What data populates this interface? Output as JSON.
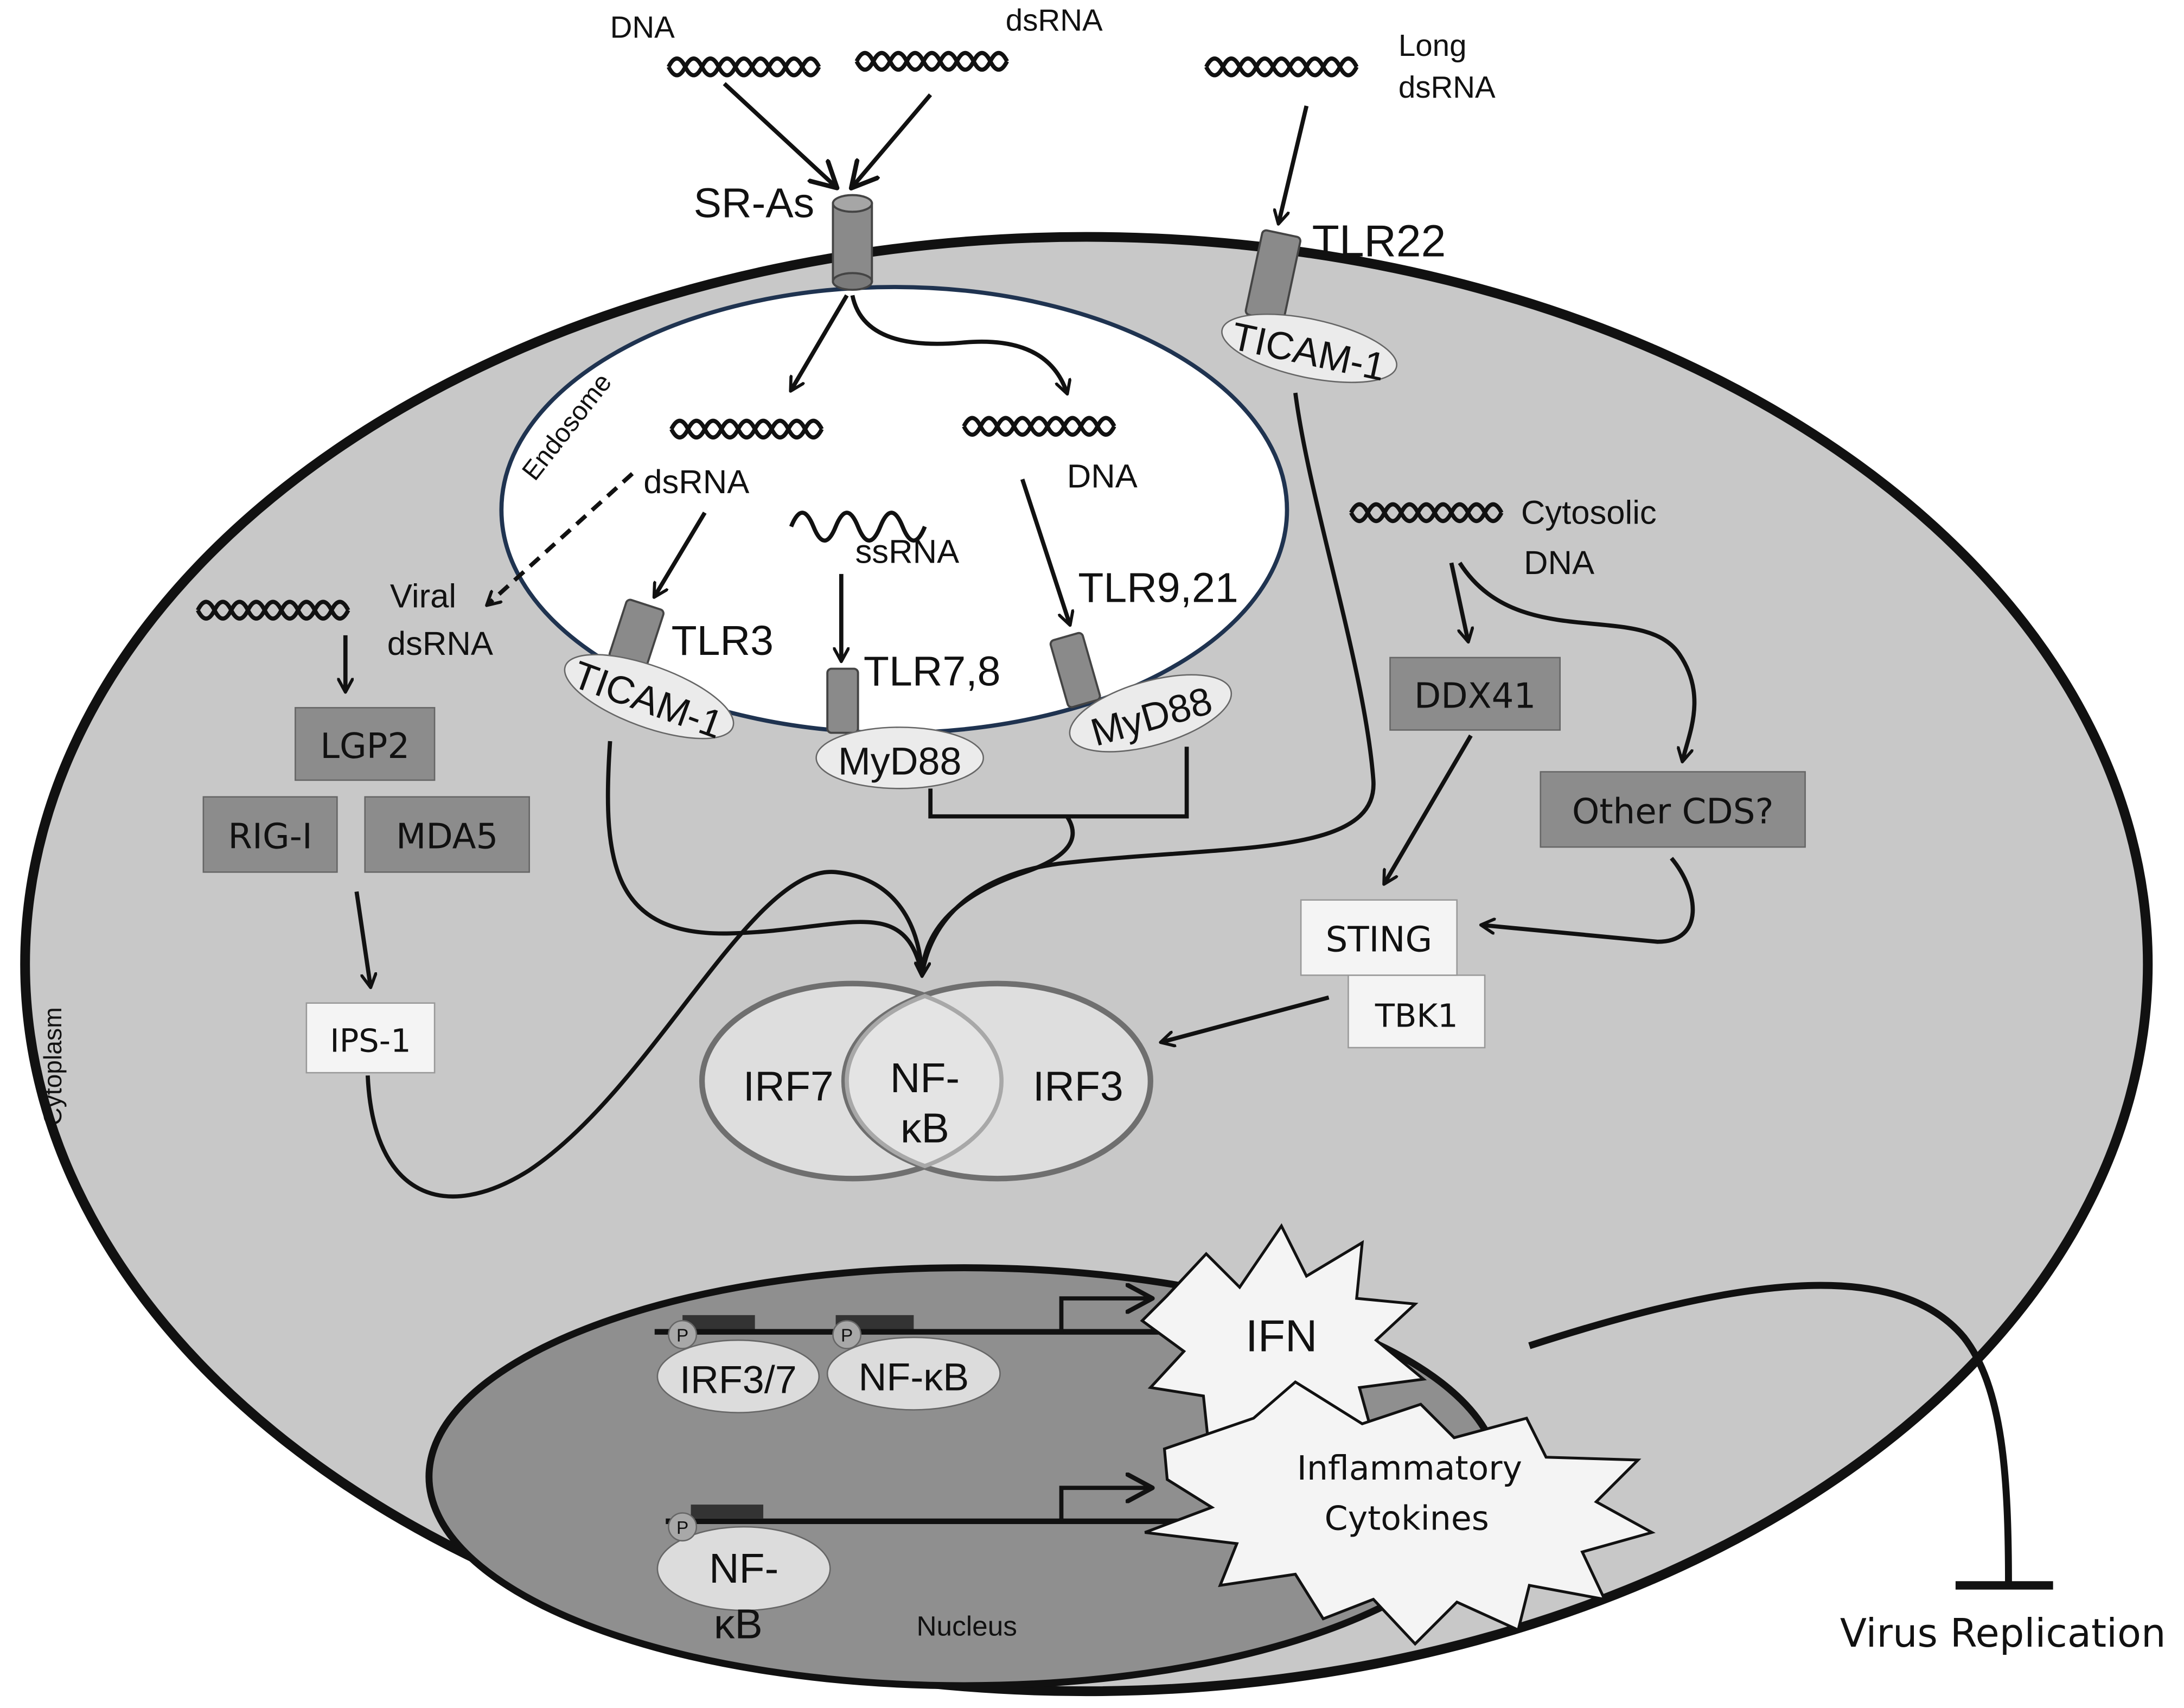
{
  "labels": {
    "dna_top": "DNA",
    "dsrna_top": "dsRNA",
    "long_dsrna_1": "Long",
    "long_dsrna_2": "dsRNA",
    "sr_as": "SR-As",
    "tlr22": "TLR22",
    "ticam_tlr22": "TICAM-1",
    "endosome": "Endosome",
    "endo_dsrna": "dsRNA",
    "endo_dna": "DNA",
    "endo_ssrna": "ssRNA",
    "tlr3": "TLR3",
    "ticam_tlr3": "TICAM-1",
    "tlr78": "TLR7,8",
    "myd88_a": "MyD88",
    "tlr921": "TLR9,21",
    "myd88_b": "MyD88",
    "viral_1": "Viral",
    "viral_2": "dsRNA",
    "lgp2": "LGP2",
    "rigi": "RIG-I",
    "mda5": "MDA5",
    "ips1": "IPS-1",
    "cytoplasm": "Cytoplasm",
    "cyto_dna_1": "Cytosolic",
    "cyto_dna_2": "DNA",
    "ddx41": "DDX41",
    "other_cds": "Other CDS?",
    "sting": "STING",
    "tbk1": "TBK1",
    "irf7": "IRF7",
    "nfkb_center_1": "NF-",
    "nfkb_center_2": "κB",
    "irf3": "IRF3",
    "p": "P",
    "irf37": "IRF3/7",
    "nfkb_nuc": "NF-κB",
    "nfkb_low_1": "NF-",
    "nfkb_low_2": "κB",
    "ifn": "IFN",
    "inflam_1": "Inflammatory",
    "inflam_2": "Cytokines",
    "nucleus": "Nucleus",
    "virus_replication": "Virus Replication"
  },
  "colors": {
    "cell_fill": "#c8c8c8",
    "nucleus_fill": "#8f8f8f",
    "receptor_fill": "#8a8a8a",
    "dark_box": "#8c8c8c",
    "light_box": "#f4f4f4",
    "endosome_border": "#1f3350",
    "stroke": "#111111"
  }
}
